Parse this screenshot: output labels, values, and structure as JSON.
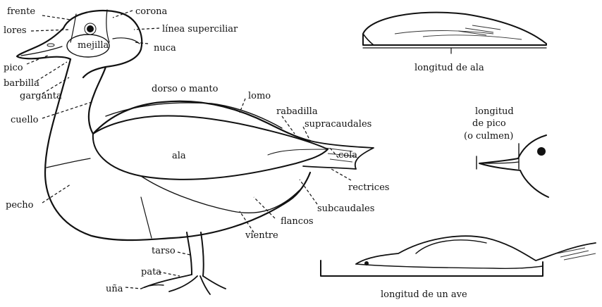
{
  "duck_labels": {
    "frente": "frente",
    "corona": "corona",
    "lores": "lores",
    "linea_superciliar": "línea superciliar",
    "mejilla": "mejilla",
    "nuca": "nuca",
    "pico": "pico",
    "barbilla": "barbilla",
    "garganta": "garganta",
    "cuello": "cuello",
    "dorso_o_manto": "dorso o manto",
    "lomo": "lomo",
    "rabadilla": "rabadilla",
    "supracaudales": "supracaudales",
    "ala": "ala",
    "cola": "cola",
    "rectrices": "rectrices",
    "subcaudales": "subcaudales",
    "flancos": "flancos",
    "vientre": "vientre",
    "pecho": "pecho",
    "tarso": "tarso",
    "pata": "pata",
    "una": "uña"
  },
  "measurements": {
    "wing_length": "longitud de ala",
    "bill_length_line1": "longitud",
    "bill_length_line2": "de pico",
    "bill_length_line3": "(o culmen)",
    "bird_length": "longitud de un ave"
  }
}
